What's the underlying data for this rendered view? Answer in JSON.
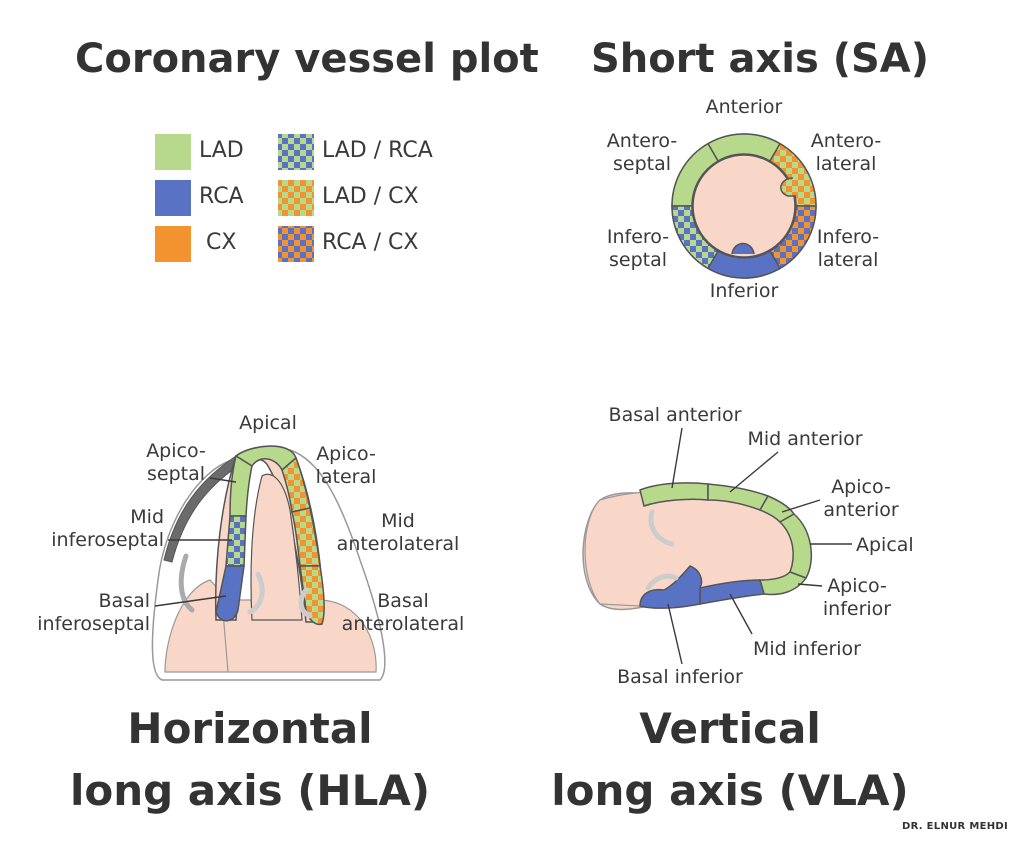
{
  "titles": {
    "coronary_vessel_plot": "Coronary vessel plot",
    "short_axis": "Short axis (SA)",
    "hla_line1": "Horizontal",
    "hla_line2": "long axis (HLA)",
    "vla_line1": "Vertical",
    "vla_line2": "long axis (VLA)"
  },
  "legend": {
    "lad": "LAD",
    "rca": "RCA",
    "cx": "CX",
    "lad_rca": "LAD / RCA",
    "lad_cx": "LAD / CX",
    "rca_cx": "RCA / CX"
  },
  "colors": {
    "lad": "#b7d98b",
    "rca": "#5a72c4",
    "cx": "#f3932f",
    "myocardium": "#f9d7c8",
    "outline": "#555555"
  },
  "sa": {
    "anterior": "Anterior",
    "anteroseptal": [
      "Antero-",
      "septal"
    ],
    "anterolateral": [
      "Antero-",
      "lateral"
    ],
    "inferoseptal": [
      "Infero-",
      "septal"
    ],
    "inferolateral": [
      "Infero-",
      "lateral"
    ],
    "inferior": "Inferior"
  },
  "hla": {
    "apical": "Apical",
    "apicoseptal": [
      "Apico-",
      "septal"
    ],
    "apicolateral": [
      "Apico-",
      "lateral"
    ],
    "mid_inferoseptal": [
      "Mid",
      "inferoseptal"
    ],
    "mid_anterolateral": [
      "Mid",
      "anterolateral"
    ],
    "basal_inferoseptal": [
      "Basal",
      "inferoseptal"
    ],
    "basal_anterolateral": [
      "Basal",
      "anterolateral"
    ]
  },
  "vla": {
    "basal_anterior": "Basal anterior",
    "mid_anterior": "Mid anterior",
    "apicoanterior": [
      "Apico-",
      "anterior"
    ],
    "apical": "Apical",
    "apicoinferior": [
      "Apico-",
      "inferior"
    ],
    "mid_inferior": "Mid inferior",
    "basal_inferior": "Basal inferior"
  },
  "credit": "DR. ELNUR MEHDI"
}
